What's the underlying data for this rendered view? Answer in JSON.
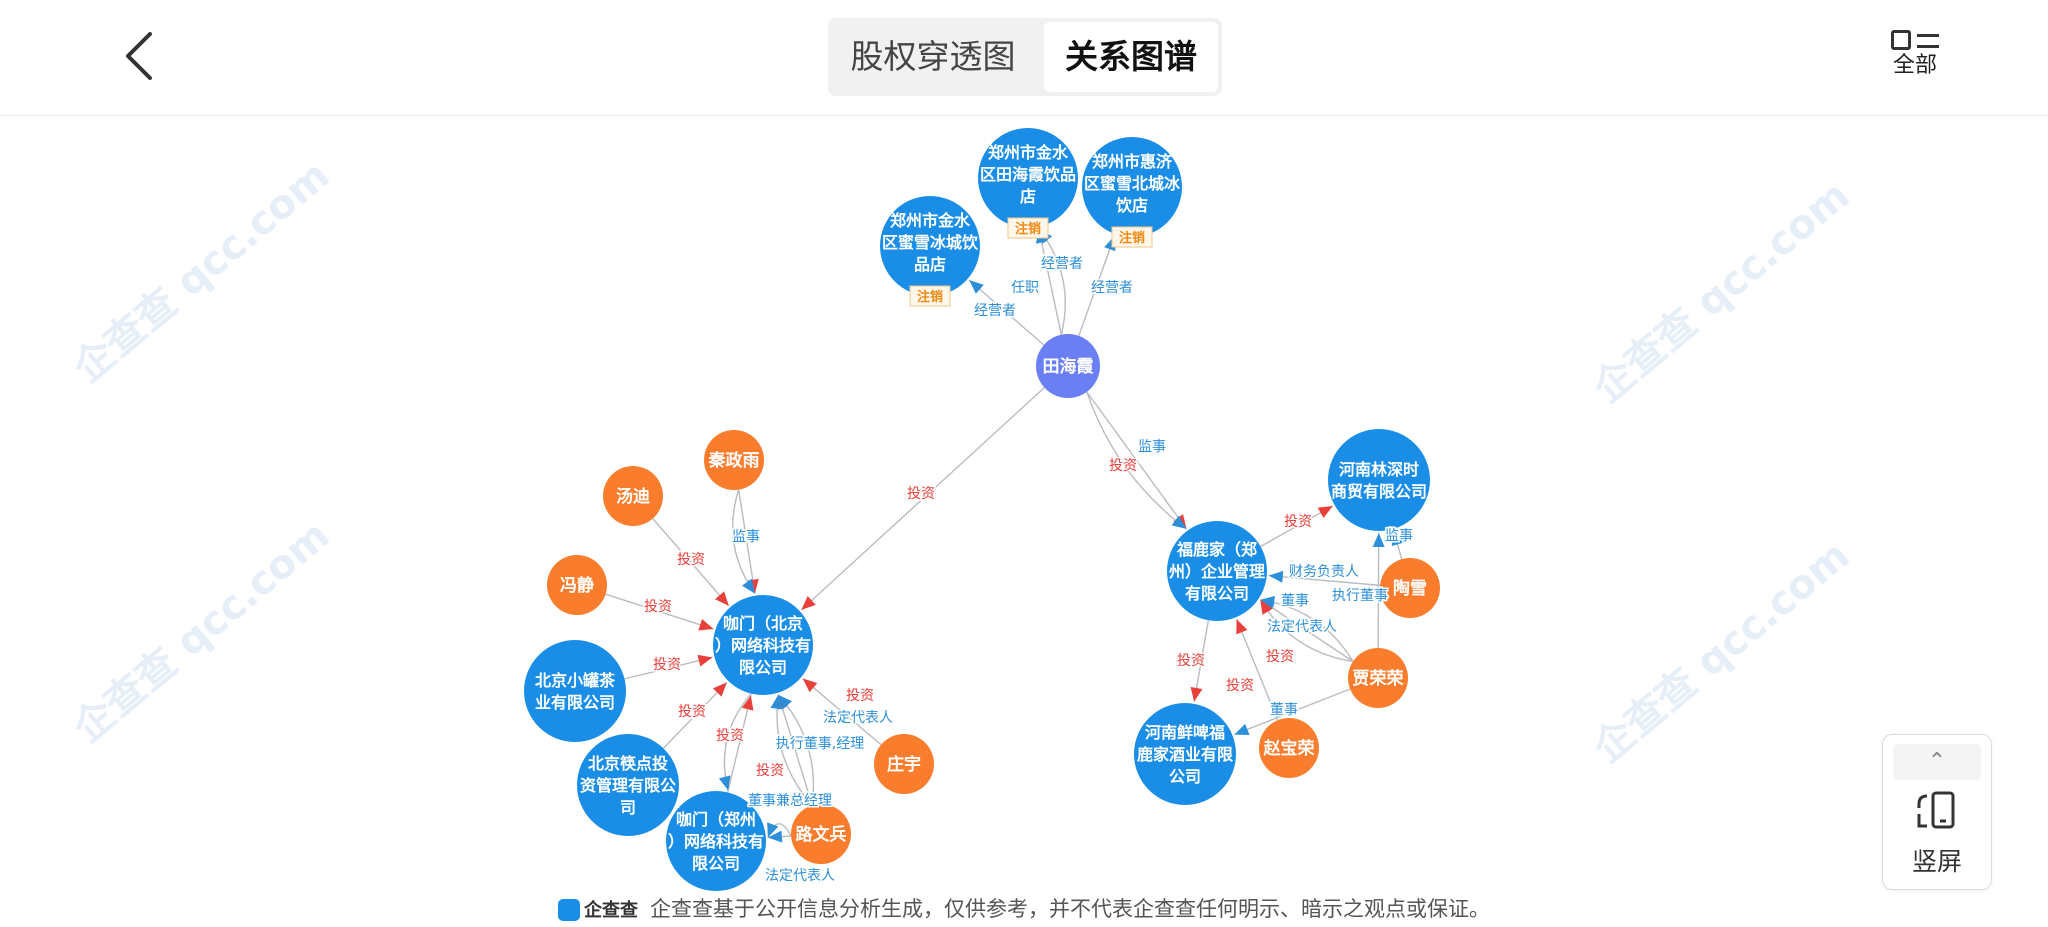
{
  "header": {
    "back_icon": "chevron-left-icon",
    "tabs": [
      {
        "label": "股权穿透图",
        "active": false
      },
      {
        "label": "关系图谱",
        "active": true
      }
    ],
    "all_label": "全部",
    "all_icon": "list-layout-icon"
  },
  "colors": {
    "company": "#1a8ee6",
    "person": "#f97d2c",
    "focus_person": "#6b7ff4",
    "invest_edge": "#e8413b",
    "role_edge": "#2d8fd8",
    "status_badge": "#f08a16"
  },
  "graph": {
    "nodes": [
      {
        "label": "郑州市金水区蜜雪冰城饮品店",
        "lines": [
          "郑州市金水",
          "区蜜雪冰城饮",
          "品店"
        ],
        "type": "company",
        "badge": "注销"
      },
      {
        "label": "郑州市金水区田海霞饮品店",
        "lines": [
          "郑州市金水",
          "区田海霞饮品",
          "店"
        ],
        "type": "company",
        "badge": "注销"
      },
      {
        "label": "郑州市惠济区蜜雪北城冰饮店",
        "lines": [
          "郑州市惠济",
          "区蜜雪北城冰",
          "饮店"
        ],
        "type": "company",
        "badge": "注销"
      },
      {
        "label": "田海霞",
        "lines": [
          "田海霞"
        ],
        "type": "focus"
      },
      {
        "label": "秦政雨",
        "lines": [
          "秦政雨"
        ],
        "type": "person"
      },
      {
        "label": "汤迪",
        "lines": [
          "汤迪"
        ],
        "type": "person"
      },
      {
        "label": "冯静",
        "lines": [
          "冯静"
        ],
        "type": "person"
      },
      {
        "label": "咖门（北京）网络科技有限公司",
        "lines": [
          "咖门（北京",
          "）网络科技有",
          "限公司"
        ],
        "type": "company"
      },
      {
        "label": "北京小罐茶业有限公司",
        "lines": [
          "北京小罐茶",
          "业有限公司"
        ],
        "type": "company"
      },
      {
        "label": "北京筷点投资管理有限公司",
        "lines": [
          "北京筷点投",
          "资管理有限公",
          "司"
        ],
        "type": "company"
      },
      {
        "label": "咖门（郑州）网络科技有限公司",
        "lines": [
          "咖门（郑州",
          "）网络科技有",
          "限公司"
        ],
        "type": "company"
      },
      {
        "label": "路文兵",
        "lines": [
          "路文兵"
        ],
        "type": "person"
      },
      {
        "label": "庄宇",
        "lines": [
          "庄宇"
        ],
        "type": "person"
      },
      {
        "label": "福鹿家（郑州）企业管理有限公司",
        "lines": [
          "福鹿家（郑",
          "州）企业管理",
          "有限公司"
        ],
        "type": "company"
      },
      {
        "label": "河南林深时商贸有限公司",
        "lines": [
          "河南林深时",
          "商贸有限公司"
        ],
        "type": "company"
      },
      {
        "label": "陶雪",
        "lines": [
          "陶雪"
        ],
        "type": "person"
      },
      {
        "label": "贾荣荣",
        "lines": [
          "贾荣荣"
        ],
        "type": "person"
      },
      {
        "label": "赵宝荣",
        "lines": [
          "赵宝荣"
        ],
        "type": "person"
      },
      {
        "label": "河南鲜啤福鹿家酒业有限公司",
        "lines": [
          "河南鲜啤福",
          "鹿家酒业有限",
          "公司"
        ],
        "type": "company"
      }
    ],
    "edges": [
      {
        "from": 3,
        "to": 0,
        "label": "经营者",
        "kind": "role"
      },
      {
        "from": 3,
        "to": 1,
        "label": "任职",
        "kind": "role"
      },
      {
        "from": 3,
        "to": 1,
        "label": "经营者",
        "kind": "role"
      },
      {
        "from": 3,
        "to": 2,
        "label": "经营者",
        "kind": "role"
      },
      {
        "from": 3,
        "to": 7,
        "label": "投资",
        "kind": "invest"
      },
      {
        "from": 3,
        "to": 13,
        "label": "投资",
        "kind": "invest"
      },
      {
        "from": 3,
        "to": 13,
        "label": "监事",
        "kind": "role"
      },
      {
        "from": 4,
        "to": 7,
        "label": "",
        "kind": "invest"
      },
      {
        "from": 4,
        "to": 7,
        "label": "监事",
        "kind": "role"
      },
      {
        "from": 5,
        "to": 7,
        "label": "投资",
        "kind": "invest"
      },
      {
        "from": 6,
        "to": 7,
        "label": "投资",
        "kind": "invest"
      },
      {
        "from": 8,
        "to": 7,
        "label": "投资",
        "kind": "invest"
      },
      {
        "from": 9,
        "to": 7,
        "label": "投资",
        "kind": "invest"
      },
      {
        "from": 10,
        "to": 7,
        "label": "投资",
        "kind": "invest"
      },
      {
        "from": 7,
        "to": 10,
        "label": "",
        "kind": "role"
      },
      {
        "from": 11,
        "to": 7,
        "label": "投资",
        "kind": "invest"
      },
      {
        "from": 11,
        "to": 7,
        "label": "执行董事,经理",
        "kind": "role"
      },
      {
        "from": 11,
        "to": 7,
        "label": "法定代表人",
        "kind": "role"
      },
      {
        "from": 12,
        "to": 7,
        "label": "投资",
        "kind": "invest"
      },
      {
        "from": 11,
        "to": 10,
        "label": "董事兼总经理",
        "kind": "role"
      },
      {
        "from": 11,
        "to": 10,
        "label": "法定代表人",
        "kind": "role"
      },
      {
        "from": 13,
        "to": 14,
        "label": "投资",
        "kind": "invest"
      },
      {
        "from": 13,
        "to": 18,
        "label": "投资",
        "kind": "invest"
      },
      {
        "from": 15,
        "to": 13,
        "label": "财务负责人",
        "kind": "role"
      },
      {
        "from": 15,
        "to": 14,
        "label": "监事",
        "kind": "role"
      },
      {
        "from": 16,
        "to": 14,
        "label": "执行董事",
        "kind": "role"
      },
      {
        "from": 16,
        "to": 13,
        "label": "董事",
        "kind": "role"
      },
      {
        "from": 16,
        "to": 13,
        "label": "法定代表人",
        "kind": "role"
      },
      {
        "from": 16,
        "to": 13,
        "label": "投资",
        "kind": "invest"
      },
      {
        "from": 17,
        "to": 13,
        "label": "投资",
        "kind": "invest"
      },
      {
        "from": 16,
        "to": 18,
        "label": "董事",
        "kind": "role"
      }
    ]
  },
  "watermark": "企查查 qcc.com",
  "footer": {
    "brand": "企查查",
    "disclaimer": "企查查基于公开信息分析生成，仅供参考，并不代表企查查任何明示、暗示之观点或保证。"
  },
  "side_panel": {
    "collapse_icon": "chevron-up-icon",
    "rotate_icon": "rotate-screen-icon",
    "label": "竖屏"
  }
}
